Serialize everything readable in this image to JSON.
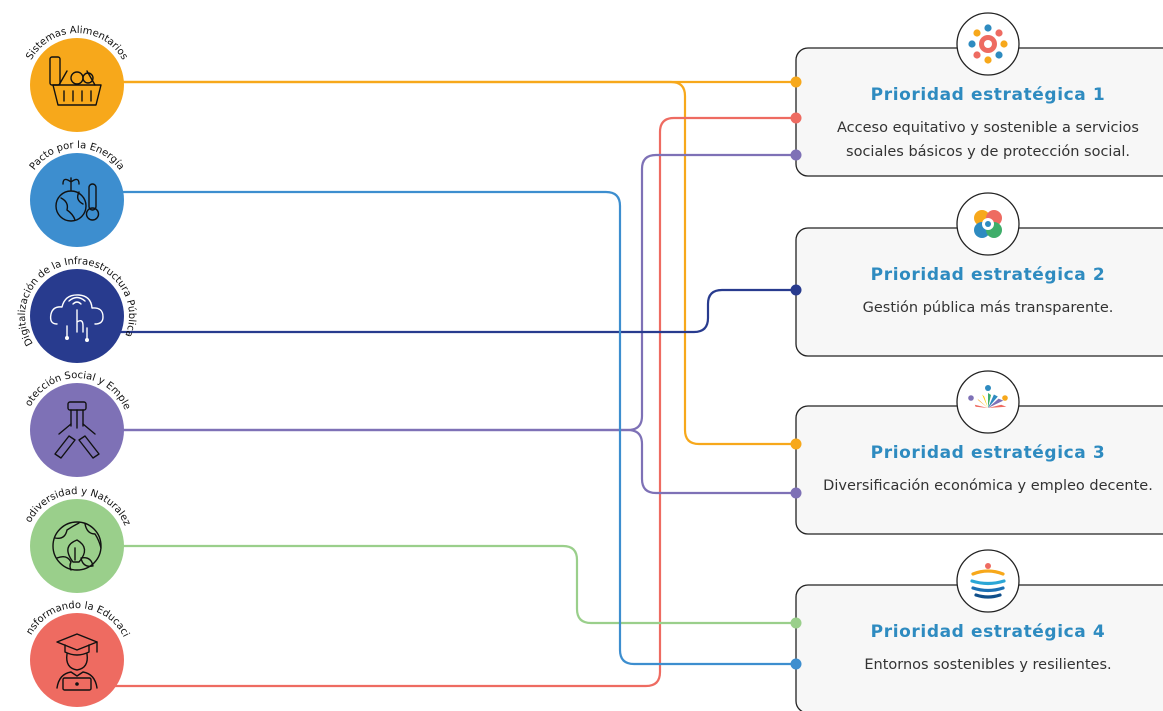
{
  "initiatives": [
    {
      "id": "sistemas",
      "label": "Sistemas Alimentarios",
      "color": "#F7A81B",
      "icon": "food-basket-icon"
    },
    {
      "id": "energia",
      "label": "Pacto por la Energía",
      "color": "#3D8ECF",
      "icon": "planet-thermometer-icon"
    },
    {
      "id": "digital",
      "label": "Digitalización de la Infraestructura Pública",
      "color": "#283B8E",
      "icon": "cloud-touch-icon"
    },
    {
      "id": "proteccion",
      "label": "Protección Social y Empleo",
      "color": "#7E71B6",
      "icon": "hands-together-icon"
    },
    {
      "id": "biodiversidad",
      "label": "Biodiversidad y Naturaleza",
      "color": "#9ACF8B",
      "icon": "globe-leaf-icon"
    },
    {
      "id": "educacion",
      "label": "Transformando la Educación",
      "color": "#EE6B61",
      "icon": "graduate-laptop-icon"
    }
  ],
  "priorities": [
    {
      "id": "p1",
      "title": "Prioridad estratégica 1",
      "desc": [
        "Acceso equitativo y sostenible a servicios",
        "sociales básicos y de protección social."
      ],
      "icon": "people-circle-icon"
    },
    {
      "id": "p2",
      "title": "Prioridad estratégica 2",
      "desc": [
        "Gestión pública más transparente."
      ],
      "icon": "gear-people-icon"
    },
    {
      "id": "p3",
      "title": "Prioridad estratégica 3",
      "desc": [
        "Diversificación económica y empleo decente."
      ],
      "icon": "fan-people-icon"
    },
    {
      "id": "p4",
      "title": "Prioridad estratégica 4",
      "desc": [
        "Entornos sostenibles y resilientes."
      ],
      "icon": "waves-person-icon"
    }
  ],
  "links": [
    {
      "from": "sistemas",
      "to": "p1"
    },
    {
      "from": "sistemas",
      "to": "p3"
    },
    {
      "from": "educacion",
      "to": "p1"
    },
    {
      "from": "proteccion",
      "to": "p1"
    },
    {
      "from": "proteccion",
      "to": "p3"
    },
    {
      "from": "digital",
      "to": "p2"
    },
    {
      "from": "biodiversidad",
      "to": "p4"
    },
    {
      "from": "energia",
      "to": "p4"
    }
  ]
}
